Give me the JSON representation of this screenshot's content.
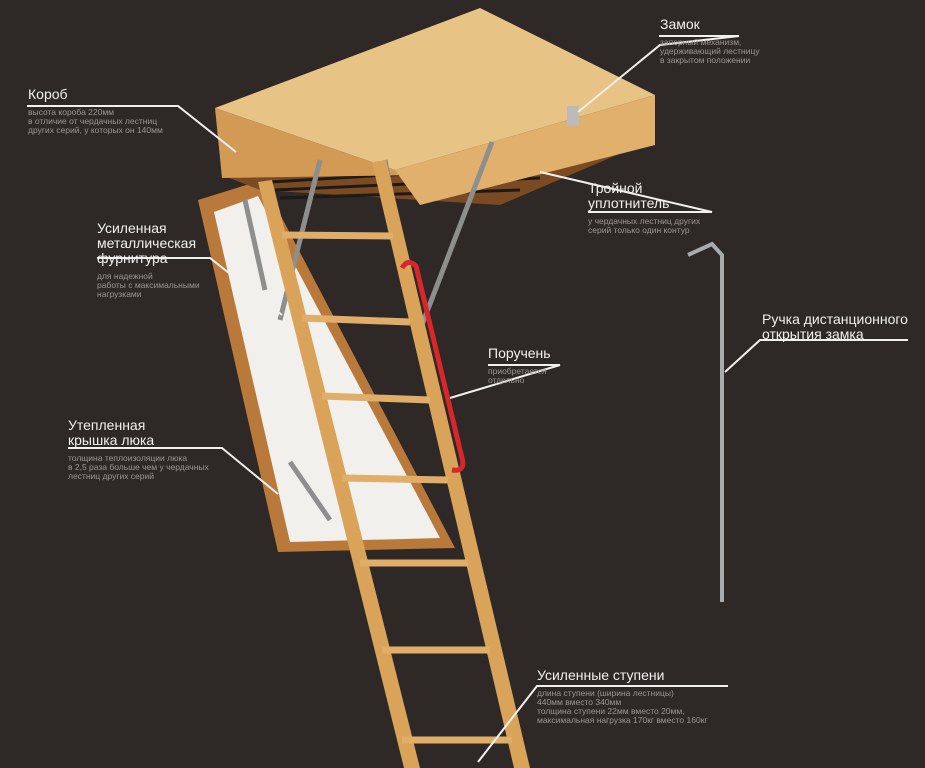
{
  "callouts": {
    "korob": {
      "title": "Короб",
      "desc": [
        "высота короба 220мм",
        "в отличие от чердачных лестниц",
        "других серий, у которых он 140мм"
      ]
    },
    "zamok": {
      "title": "Замок",
      "desc": [
        "запорный механизм,",
        "удерживающий лестницу",
        "в закрытом положении"
      ]
    },
    "uplotnitel": {
      "title": [
        "Тройной",
        "уплотнитель"
      ],
      "desc": [
        "у чердачных лестниц других",
        "серий только один контур"
      ]
    },
    "furnitura": {
      "title": [
        "Усиленная",
        "металлическая",
        "фурнитура"
      ],
      "desc": [
        "для надежной",
        "работы с максимальными",
        "нагрузками"
      ]
    },
    "ruchka": {
      "title": [
        "Ручка дистанционного",
        "открытия замка"
      ]
    },
    "poruchen": {
      "title": "Поручень",
      "desc": [
        "приобретается",
        "отдельно"
      ]
    },
    "kryshka": {
      "title": [
        "Утепленная",
        "крышка люка"
      ],
      "desc": [
        "толщина теплоизоляции люка",
        "в 2,5 раза больше чем у чердачных",
        "лестниц других серий"
      ]
    },
    "stupeni": {
      "title": "Усиленные ступени",
      "desc": [
        "длина ступени (ширина лестницы)",
        "440мм вместо 340мм",
        "толщина ступени 22мм вместо 20мм,",
        "максимальная нагрузка 170кг вместо 160кг"
      ]
    }
  },
  "colors": {
    "background": "#2e2927",
    "wood": "#d9a35a",
    "handrail": "#d8262a"
  }
}
